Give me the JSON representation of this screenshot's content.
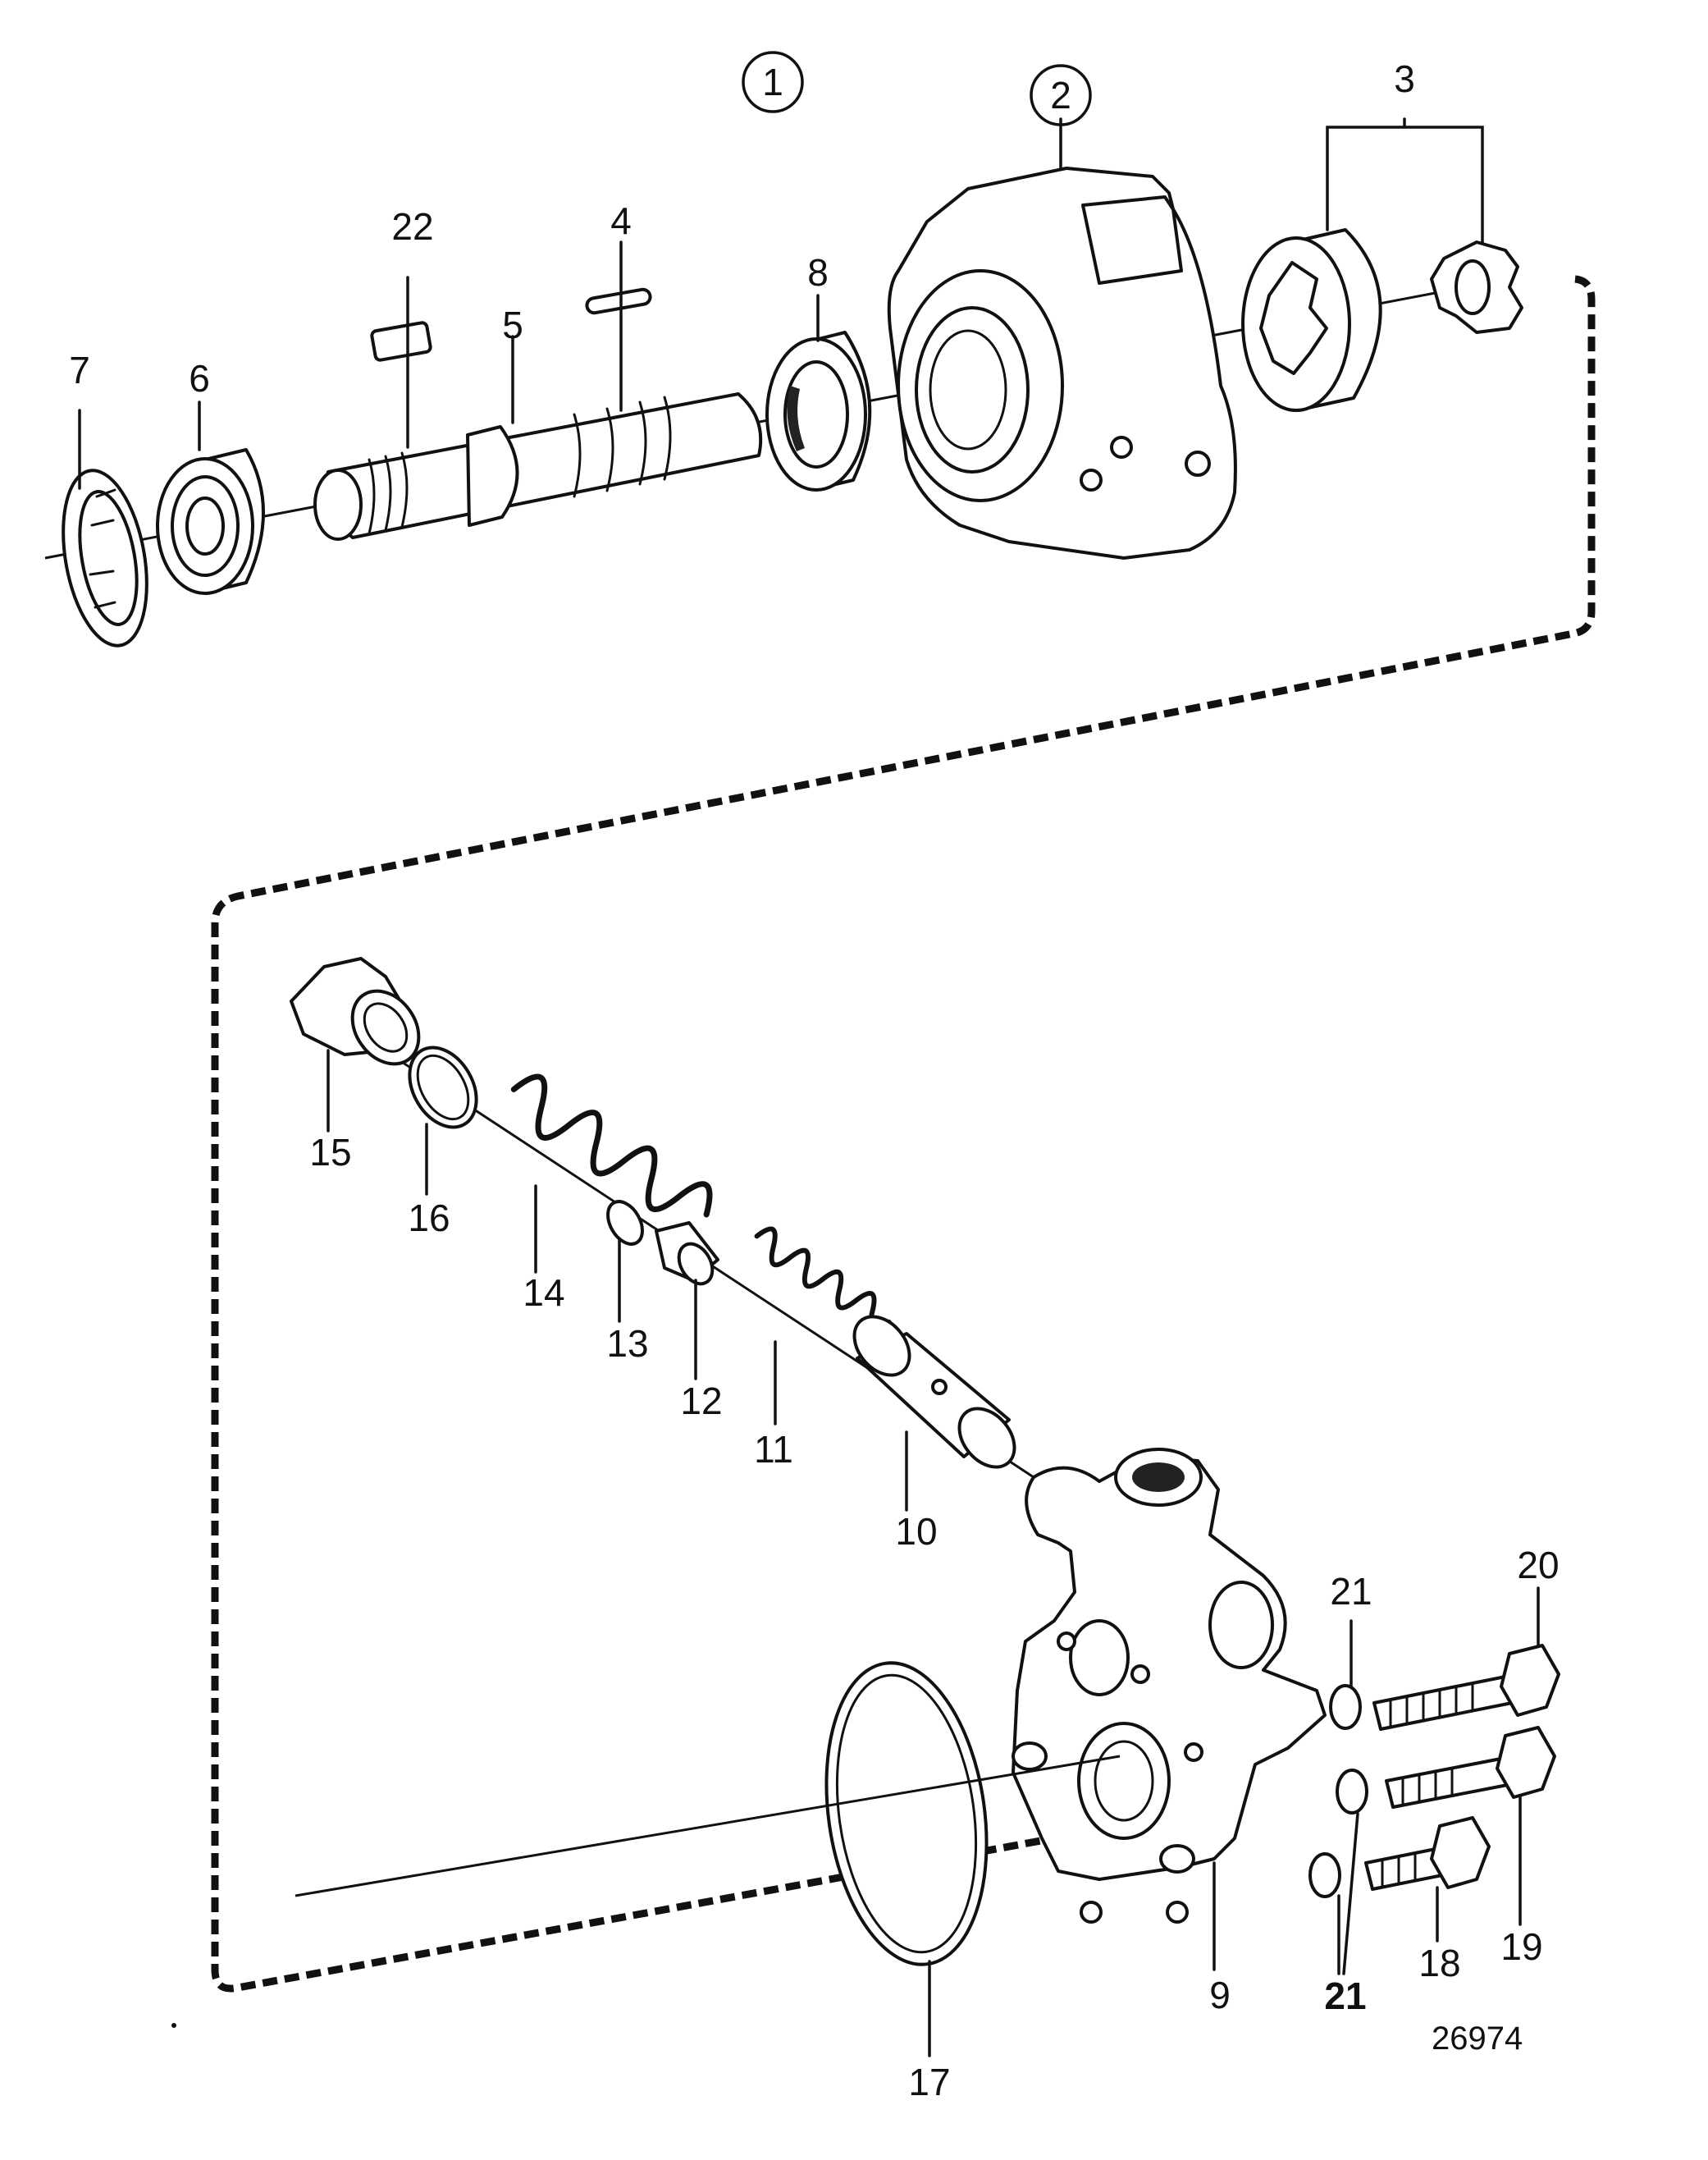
{
  "figure_number": "26974",
  "callouts": [
    {
      "id": "c1",
      "text": "1",
      "circled": true
    },
    {
      "id": "c2",
      "text": "2",
      "circled": true
    },
    {
      "id": "c3",
      "text": "3"
    },
    {
      "id": "c4",
      "text": "4"
    },
    {
      "id": "c5",
      "text": "5"
    },
    {
      "id": "c6",
      "text": "6"
    },
    {
      "id": "c7",
      "text": "7"
    },
    {
      "id": "c8",
      "text": "8"
    },
    {
      "id": "c9",
      "text": "9"
    },
    {
      "id": "c10",
      "text": "10"
    },
    {
      "id": "c11",
      "text": "11"
    },
    {
      "id": "c12",
      "text": "12"
    },
    {
      "id": "c13",
      "text": "13"
    },
    {
      "id": "c14",
      "text": "14"
    },
    {
      "id": "c15",
      "text": "15"
    },
    {
      "id": "c16",
      "text": "16"
    },
    {
      "id": "c17",
      "text": "17"
    },
    {
      "id": "c18",
      "text": "18"
    },
    {
      "id": "c19",
      "text": "19"
    },
    {
      "id": "c20",
      "text": "20"
    },
    {
      "id": "c21a",
      "text": "21"
    },
    {
      "id": "c21b",
      "text": "21"
    },
    {
      "id": "c22",
      "text": "22"
    }
  ]
}
